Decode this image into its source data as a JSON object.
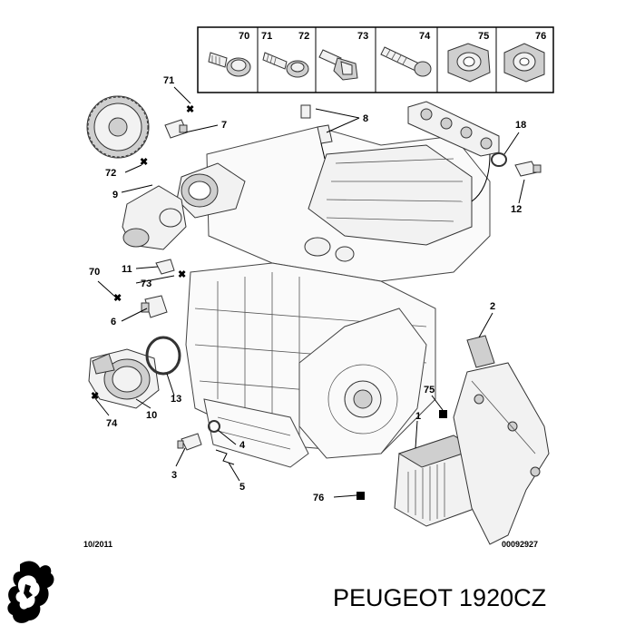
{
  "strip_labels": [
    "70",
    "71",
    "72",
    "73",
    "74",
    "75",
    "76"
  ],
  "callouts": {
    "c1": "1",
    "c2": "2",
    "c3": "3",
    "c4": "4",
    "c5": "5",
    "c6": "6",
    "c7": "7",
    "c8": "8",
    "c9": "9",
    "c10": "10",
    "c11": "11",
    "c12": "12",
    "c13": "13",
    "c18": "18",
    "c70": "70",
    "c71": "71",
    "c72": "72",
    "c73": "73",
    "c74": "74",
    "c75": "75",
    "c76": "76"
  },
  "date_code": "10/2011",
  "drawing_number": "00092927",
  "brand_text": "PEUGEOT 1920CZ"
}
